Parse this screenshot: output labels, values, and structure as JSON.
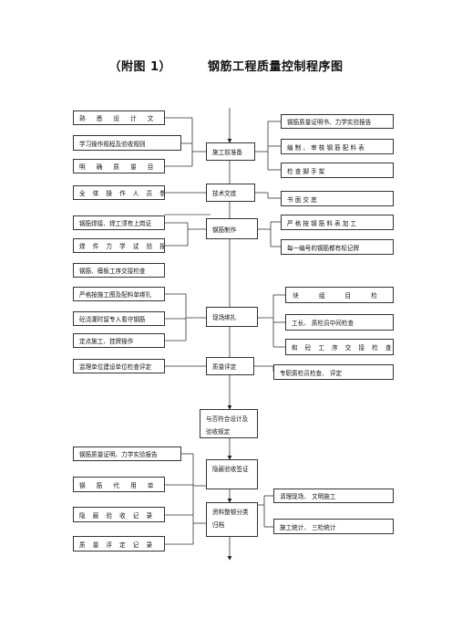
{
  "title": {
    "prefix": "（附图 1）",
    "main": "钢筋工程质量控制程序图"
  },
  "left_boxes": {
    "l1": "熟 悉 设 计 文 件",
    "l2": "学习操作规程及验收规则",
    "l3": "明 确 质 量 目 标",
    "l4": "全 体 操 作 人 员 参 加",
    "l5": "钢筋焊接、焊工须有上岗证",
    "l6": "焊 件 力 学 试 验 报 告",
    "l7": "钢筋、模板工序交接检查",
    "l8": "严格按施工图及配料单绑扎",
    "l9": "砼浇灌时留专人看守钢筋",
    "l10": "定点施工、挂牌操作",
    "l11": "监理单位建设单位检查评定",
    "l12": "钢筋质量证明、力学实验报告",
    "l13": "钢 筋 代 用 单",
    "l14": "隐 蔽 验 收 记 录",
    "l15": "质 量 评 定 记 录"
  },
  "center_boxes": {
    "c1": "施工前准备",
    "c2": "技术交底",
    "c3": "钢筋制作",
    "c4": "现场绑扎",
    "c5": "质量评定",
    "c6": "与否符合设计及验收规定",
    "c7": "隐蔽验收签证",
    "c8": "资料整顿分类归档"
  },
  "right_boxes": {
    "r1": "钢筋质量证明书、力学实验报告",
    "r2": "编 制 、 审 核 钢 筋 配 料 表",
    "r3": "检 查 脚 手 架",
    "r4": "书 面 交 底",
    "r5": "严 格 按 钢 筋 料 表 加 工",
    "r6": "每一编号的钢筋都有标记牌",
    "r7": "块 组 目 检",
    "r8": "工长、 质检员中间检查",
    "r9": "和 砼 工 序 交 接 检 查",
    "r10": "专职质检员检查、 评定",
    "r11": "清理现场、 文明施工",
    "r12": "施工统计、 三检统计"
  }
}
